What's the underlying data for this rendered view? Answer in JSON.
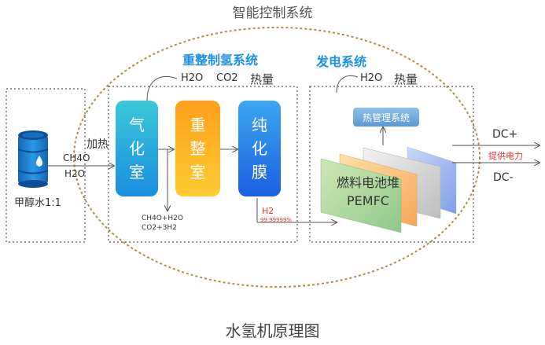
{
  "title_top": "智能控制系统",
  "title_bottom": "水氢机原理图",
  "tank": {
    "label": "甲醇水1:1"
  },
  "input": {
    "heat": "加热",
    "ch4o": "CH4O",
    "h2o": "H2O"
  },
  "reforming": {
    "title": "重整制氢系统",
    "outputs": {
      "h2o": "H2O",
      "co2": "CO2",
      "heat": "热量"
    },
    "blocks": [
      "气\n化\n室",
      "重\n整\n室",
      "纯\n化\n膜"
    ],
    "reaction_line1": "CH4O+H2O",
    "reaction_line2": "CO2+3H2",
    "h2": "H2",
    "purity": "99.99999%"
  },
  "power": {
    "title": "发电系统",
    "outputs": {
      "h2o": "H2O",
      "heat": "热量"
    },
    "thermal": "热管理系统",
    "stack_line1": "燃料电池堆",
    "stack_line2": "PEMFC"
  },
  "dc": {
    "plus": "DC+",
    "minus": "DC-",
    "supply": "提供电力"
  },
  "colors": {
    "accent_blue": "#1e90e6",
    "red": "#e53935",
    "ellipse_brown": "#b08a4a"
  }
}
